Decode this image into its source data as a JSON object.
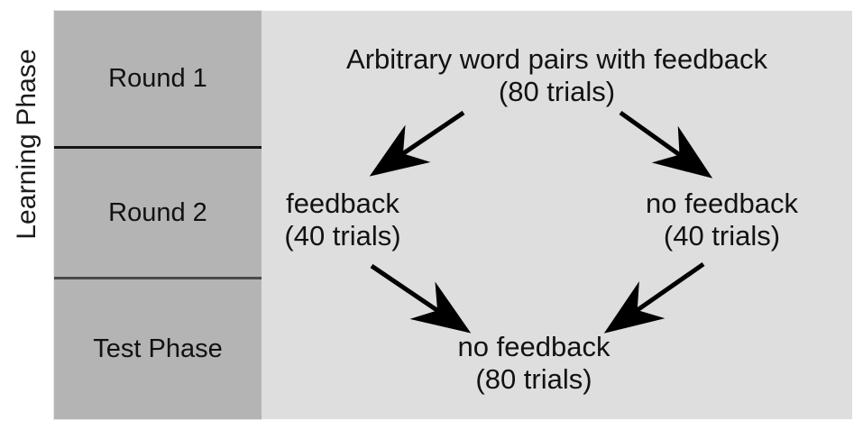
{
  "figure": {
    "axis_label": "Learning Phase",
    "background_color": "#ffffff",
    "phase_block_color": "#b4b4b4",
    "flow_panel_color": "#dedede",
    "text_color": "#121212"
  },
  "phases": [
    {
      "label": "Round 1"
    },
    {
      "label": "Round 2"
    },
    {
      "label": "Test Phase"
    }
  ],
  "flow": {
    "nodes": [
      {
        "id": "top",
        "line1": "Arbitrary word pairs with feedback",
        "line2": "(80 trials)",
        "condition": "Arbitrary word pairs with feedback",
        "trials": 80
      },
      {
        "id": "left",
        "line1": "feedback",
        "line2": "(40 trials)",
        "condition": "feedback",
        "trials": 40
      },
      {
        "id": "right",
        "line1": "no feedback",
        "line2": "(40 trials)",
        "condition": "no feedback",
        "trials": 40
      },
      {
        "id": "bottom",
        "line1": "no feedback",
        "line2": "(80 trials)",
        "condition": "no feedback",
        "trials": 80
      }
    ],
    "edges": [
      {
        "from": "top",
        "to": "left",
        "direction": "down-left"
      },
      {
        "from": "top",
        "to": "right",
        "direction": "down-right"
      },
      {
        "from": "left",
        "to": "bottom",
        "direction": "down-right"
      },
      {
        "from": "right",
        "to": "bottom",
        "direction": "down-left"
      }
    ],
    "arrow_color": "#000000"
  }
}
